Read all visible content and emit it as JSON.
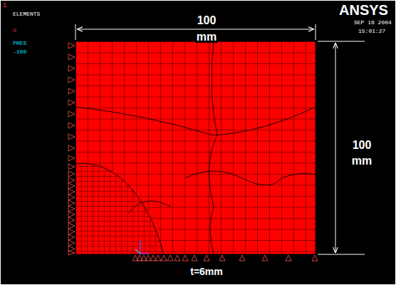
{
  "diagram": {
    "labels": [
      "1",
      "ELEMENTS",
      "U",
      "PRES",
      "-100",
      "ANSYS",
      "SEP 16 2004",
      "15:01:27",
      "100",
      "mm",
      "100",
      "mm",
      "t=6mm"
    ]
  }
}
